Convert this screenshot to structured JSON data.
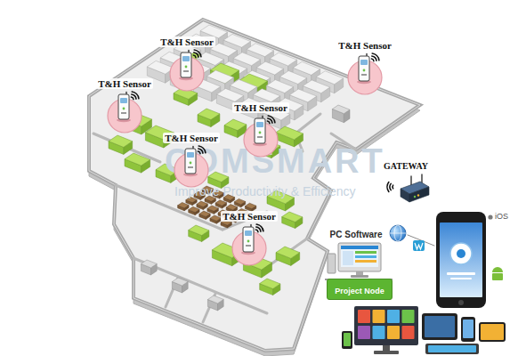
{
  "diagram": {
    "nodes": [
      {
        "text": [
          "T&H Sensor"
        ]
      },
      {
        "text": [
          "T&H Sensor"
        ]
      },
      {
        "text": [
          "T&H Sensor"
        ]
      },
      {
        "text": [
          "T&H Sensor"
        ]
      },
      {
        "text": [
          "T&H Sensor"
        ]
      },
      {
        "text": [
          "GATEWAY"
        ]
      },
      {
        "text": [
          "T&H Sensor"
        ]
      },
      {
        "text": [
          "PC Software"
        ]
      },
      {
        "text": [
          "Project Node"
        ]
      }
    ],
    "edges": [
      {
        "from": 7,
        "to": 8,
        "arrow": "none"
      }
    ],
    "labels": [
      "COMSMART",
      "Improve Productivity & Efficiency",
      "iOS"
    ]
  }
}
